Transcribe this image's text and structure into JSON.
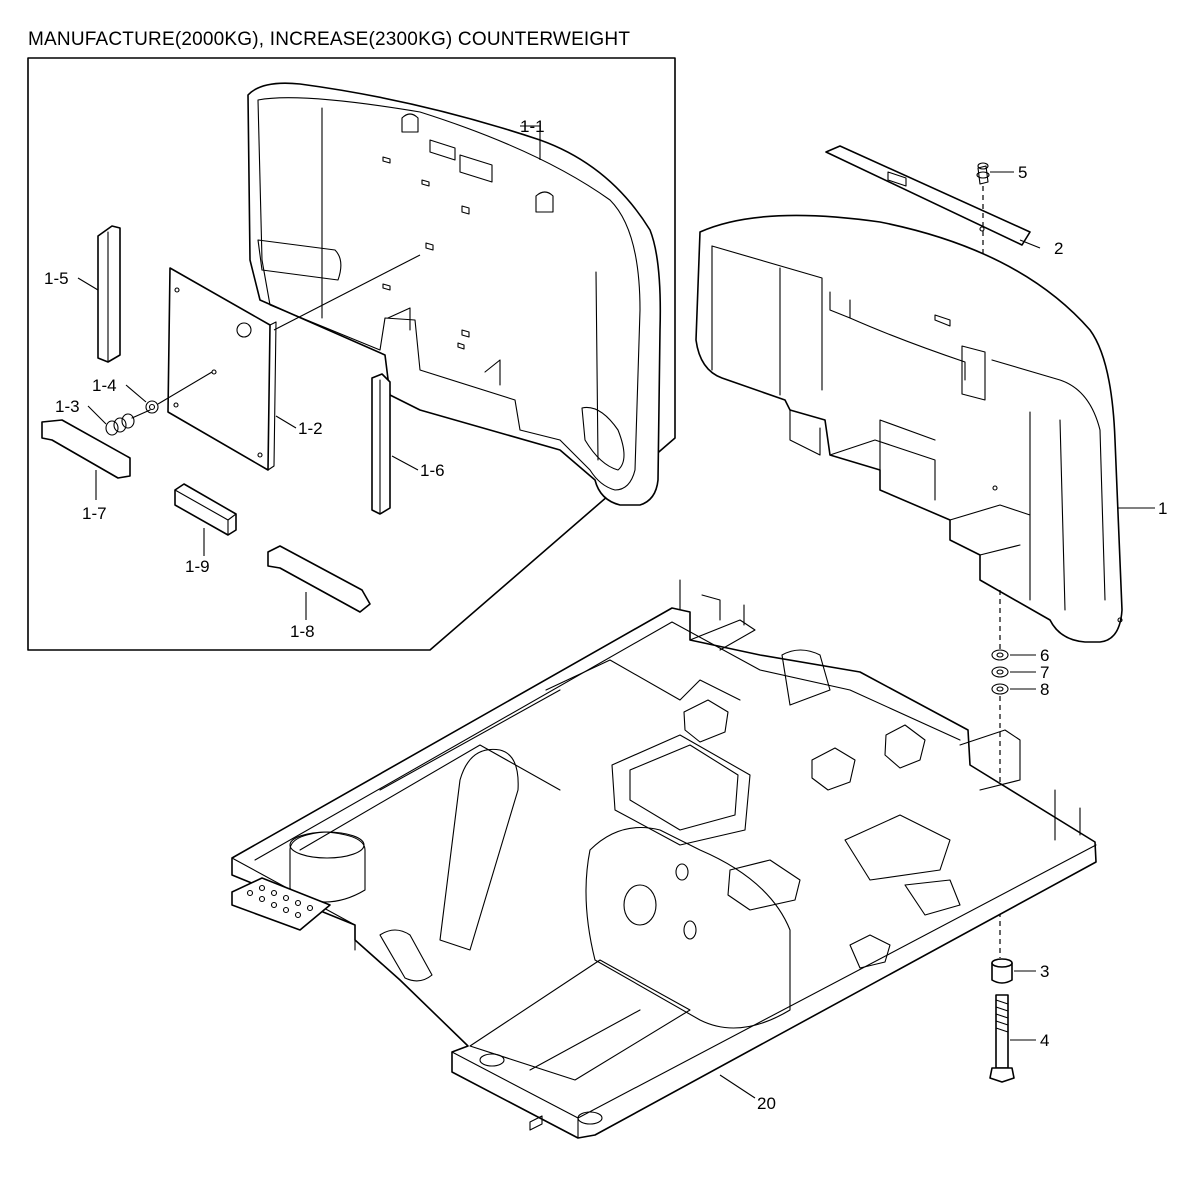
{
  "title": "MANUFACTURE(2000KG), INCREASE(2300KG) COUNTERWEIGHT",
  "callouts": {
    "c1_1": "1-1",
    "c1_5": "1-5",
    "c1_4": "1-4",
    "c1_3": "1-3",
    "c1_2": "1-2",
    "c1_6": "1-6",
    "c1_7": "1-7",
    "c1_9": "1-9",
    "c1_8": "1-8",
    "c5": "5",
    "c2": "2",
    "c1": "1",
    "c6": "6",
    "c7": "7",
    "c8": "8",
    "c3": "3",
    "c4": "4",
    "c20": "20"
  }
}
